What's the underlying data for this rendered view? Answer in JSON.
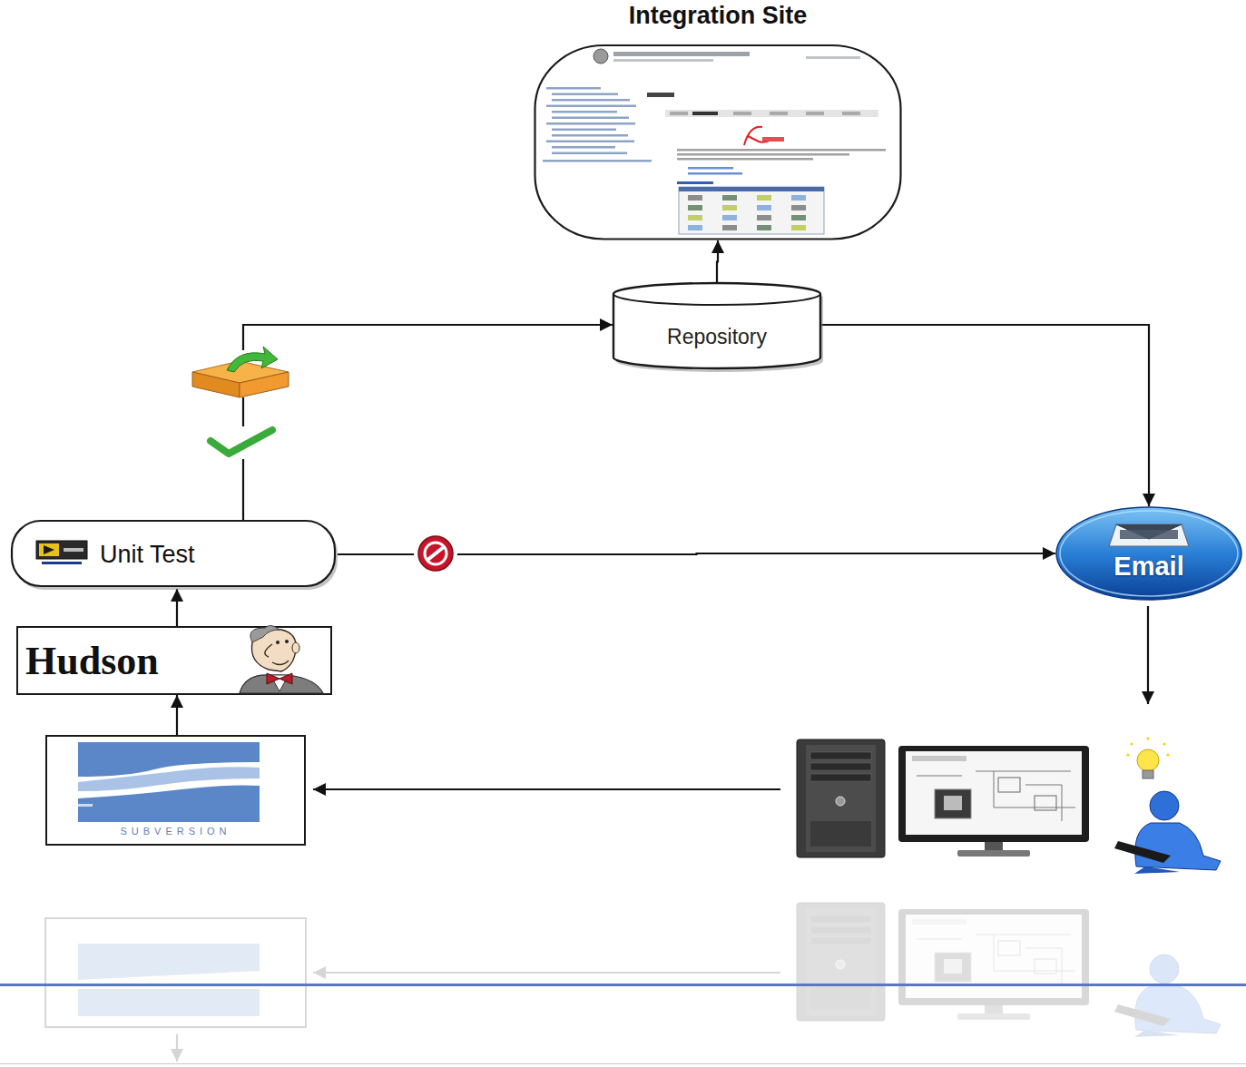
{
  "diagram": {
    "nodes": [
      {
        "text": [
          "Integration Site"
        ]
      },
      {
        "text": [
          "Repository"
        ]
      },
      {
        "text": [
          "Unit Test"
        ]
      },
      {
        "text": [
          "Email"
        ]
      },
      {
        "text": [
          "Hudson"
        ]
      },
      {
        "text": [
          "SUBVERSION"
        ]
      }
    ],
    "edges": [
      {
        "from": 1,
        "to": 0,
        "arrow": "to"
      },
      {
        "from": 2,
        "to": 1,
        "arrow": "to"
      },
      {
        "from": 1,
        "to": 3,
        "arrow": "to"
      },
      {
        "from": 2,
        "to": 3,
        "arrow": "to"
      },
      {
        "from": 4,
        "to": 2,
        "arrow": "to"
      },
      {
        "from": 5,
        "to": 4,
        "arrow": "to"
      }
    ]
  }
}
